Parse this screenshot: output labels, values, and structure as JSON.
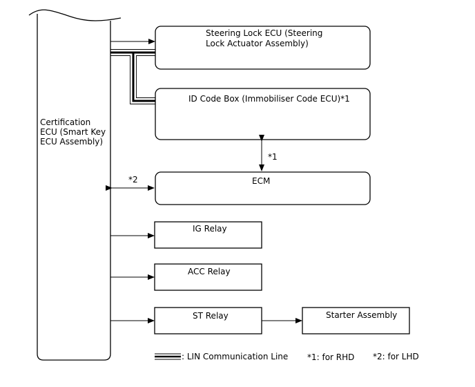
{
  "blocks": {
    "certification_ecu": [
      "Certification",
      "ECU (Smart Key",
      "ECU Assembly)"
    ],
    "steering_lock_ecu": [
      "Steering Lock ECU (Steering",
      "Lock Actuator Assembly)"
    ],
    "id_code_box": "ID Code Box (Immobiliser Code ECU)*1",
    "ecm": "ECM",
    "ig_relay": "IG Relay",
    "acc_relay": "ACC Relay",
    "st_relay": "ST Relay",
    "starter_assembly": "Starter Assembly"
  },
  "connection_notes": {
    "idbox_to_ecm": "*1",
    "cert_to_ecm": "*2"
  },
  "legend": {
    "lin_line": ": LIN Communication Line",
    "note_1": "*1: for RHD",
    "note_2": "*2: for LHD"
  }
}
